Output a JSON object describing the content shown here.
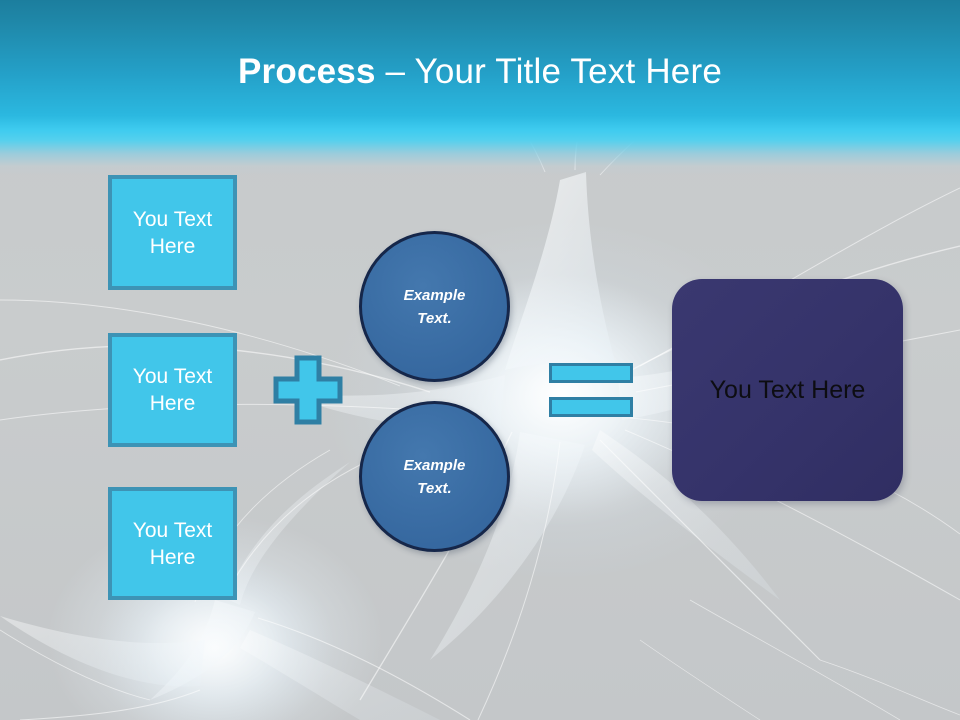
{
  "slide": {
    "title": {
      "strong": "Process",
      "rest": " – Your Title Text Here"
    },
    "background": {
      "name": "neuron-nerve-cell-photo",
      "header_gradient_top": "#1C7E9E",
      "header_gradient_bottom": "#40CBEF",
      "body_color": "#C7CACC"
    }
  },
  "left_boxes": [
    {
      "label": "You Text Here",
      "fill": "#41C6EA",
      "border": "#3D93B5",
      "text_color": "#FFFFFF"
    },
    {
      "label": "You Text Here",
      "fill": "#41C6EA",
      "border": "#3D93B5",
      "text_color": "#FFFFFF"
    },
    {
      "label": "You Text Here",
      "fill": "#41C6EA",
      "border": "#3D93B5",
      "text_color": "#FFFFFF"
    }
  ],
  "operators": {
    "plus": {
      "icon": "plus-icon",
      "fill": "#41C6EA",
      "border": "#2F7FA4"
    },
    "equals": {
      "icon": "equals-icon",
      "fill": "#41C6EA",
      "border": "#2F7FA4"
    }
  },
  "circles": [
    {
      "line1": "Example",
      "line2": "Text.",
      "fill": "#3B6EA5",
      "border": "#16274A",
      "text_color": "#FFFFFF"
    },
    {
      "line1": "Example",
      "line2": "Text.",
      "fill": "#3B6EA5",
      "border": "#16274A",
      "text_color": "#FFFFFF"
    }
  ],
  "result": {
    "label": "You Text Here",
    "fill": "#35336A",
    "text_color": "#0D0D12"
  }
}
